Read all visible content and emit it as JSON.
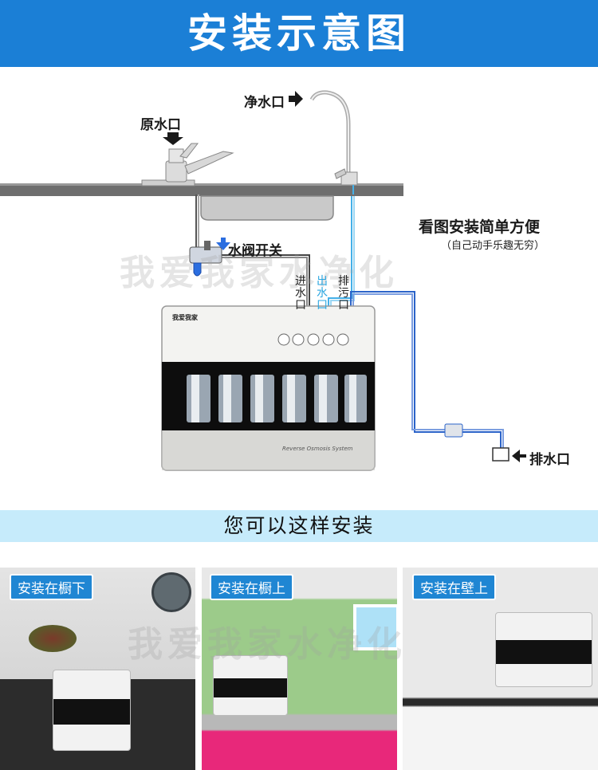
{
  "header": {
    "title": "安装示意图"
  },
  "diagram": {
    "raw_water_label": "原水口",
    "clean_water_label": "净水口",
    "valve_label": "水阀开关",
    "inlet_label": "进水口",
    "outlet_label": "出水口",
    "drain_port_label": "排污口",
    "drain_label": "排水口",
    "tagline": "看图安装简单方便",
    "tagline_sub": "（自己动手乐趣无穷）",
    "brand": "我爱我家",
    "unit_caption": "Reverse Osmosis System",
    "watermark": "我爱我家水净化"
  },
  "section_title": "您可以这样安装",
  "photos": [
    {
      "tag": "安装在橱下"
    },
    {
      "tag": "安装在橱上"
    },
    {
      "tag": "安装在壁上"
    }
  ],
  "photo_watermark": "我爱我家水净化",
  "colors": {
    "header_blue": "#1b7fd6",
    "band_blue": "#c6ebfb",
    "pipe_blue": "#2b63c9",
    "tag_blue": "#1f86d3"
  }
}
